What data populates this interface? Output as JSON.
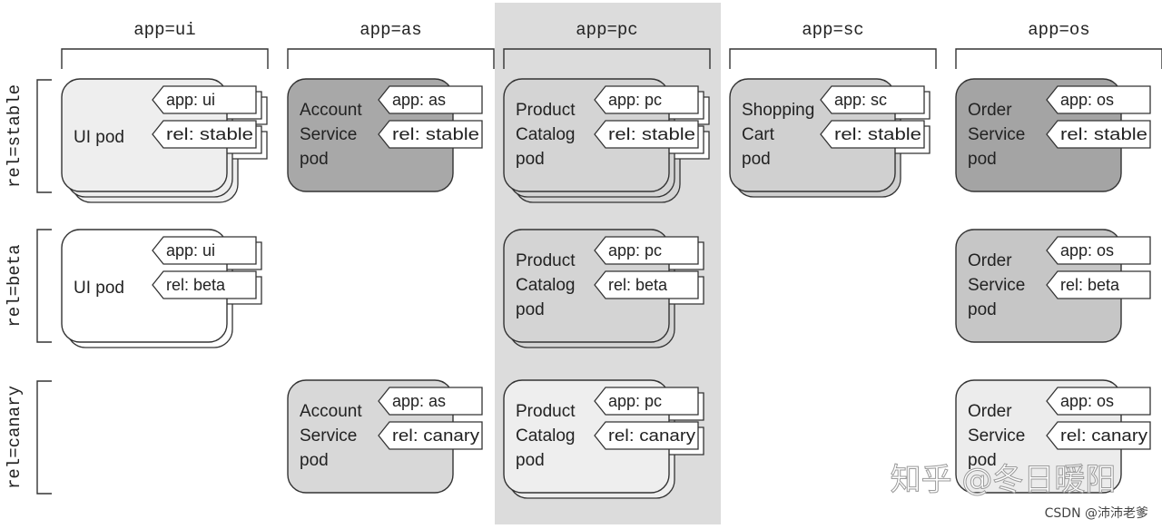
{
  "columns": [
    {
      "label": "app=ui",
      "app": "ui"
    },
    {
      "label": "app=as",
      "app": "as"
    },
    {
      "label": "app=pc",
      "app": "pc"
    },
    {
      "label": "app=sc",
      "app": "sc"
    },
    {
      "label": "app=os",
      "app": "os"
    }
  ],
  "rows": [
    {
      "label": "rel=stable",
      "rel": "stable"
    },
    {
      "label": "rel=beta",
      "rel": "beta"
    },
    {
      "label": "rel=canary",
      "rel": "canary"
    }
  ],
  "highlighted_column": "pc",
  "pods": [
    {
      "app": "ui",
      "rel": "stable",
      "name": [
        "UI pod"
      ],
      "app_label": "app: ui",
      "rel_label": "rel: stable",
      "replicas": 3,
      "fill": "#eeeeee"
    },
    {
      "app": "as",
      "rel": "stable",
      "name": [
        "Account",
        "Service",
        "pod"
      ],
      "app_label": "app: as",
      "rel_label": "rel: stable",
      "replicas": 1,
      "fill": "#a8a8a8"
    },
    {
      "app": "pc",
      "rel": "stable",
      "name": [
        "Product",
        "Catalog",
        "pod"
      ],
      "app_label": "app: pc",
      "rel_label": "rel: stable",
      "replicas": 3,
      "fill": "#d4d4d4"
    },
    {
      "app": "sc",
      "rel": "stable",
      "name": [
        "Shopping",
        "Cart",
        "pod"
      ],
      "app_label": "app: sc",
      "rel_label": "rel: stable",
      "replicas": 2,
      "fill": "#d0d0d0"
    },
    {
      "app": "os",
      "rel": "stable",
      "name": [
        "Order",
        "Service",
        "pod"
      ],
      "app_label": "app: os",
      "rel_label": "rel: stable",
      "replicas": 1,
      "fill": "#a4a4a4"
    },
    {
      "app": "ui",
      "rel": "beta",
      "name": [
        "UI pod"
      ],
      "app_label": "app: ui",
      "rel_label": "rel: beta",
      "replicas": 2,
      "fill": "#ffffff"
    },
    {
      "app": "pc",
      "rel": "beta",
      "name": [
        "Product",
        "Catalog",
        "pod"
      ],
      "app_label": "app: pc",
      "rel_label": "rel: beta",
      "replicas": 2,
      "fill": "#d4d4d4"
    },
    {
      "app": "os",
      "rel": "beta",
      "name": [
        "Order",
        "Service",
        "pod"
      ],
      "app_label": "app: os",
      "rel_label": "rel: beta",
      "replicas": 1,
      "fill": "#c6c6c6"
    },
    {
      "app": "as",
      "rel": "canary",
      "name": [
        "Account",
        "Service",
        "pod"
      ],
      "app_label": "app: as",
      "rel_label": "rel: canary",
      "replicas": 1,
      "fill": "#d8d8d8"
    },
    {
      "app": "pc",
      "rel": "canary",
      "name": [
        "Product",
        "Catalog",
        "pod"
      ],
      "app_label": "app: pc",
      "rel_label": "rel: canary",
      "replicas": 2,
      "fill": "#eeeeee"
    },
    {
      "app": "os",
      "rel": "canary",
      "name": [
        "Order",
        "Service",
        "pod"
      ],
      "app_label": "app: os",
      "rel_label": "rel: canary",
      "replicas": 1,
      "fill": "#ececec"
    }
  ],
  "watermarks": {
    "zhihu": "知乎 @冬日暖阳",
    "csdn": "CSDN @沛沛老爹"
  },
  "colors": {
    "stroke": "#333333",
    "highlight": "#dcdcdc",
    "watermark": "#ffffff"
  }
}
